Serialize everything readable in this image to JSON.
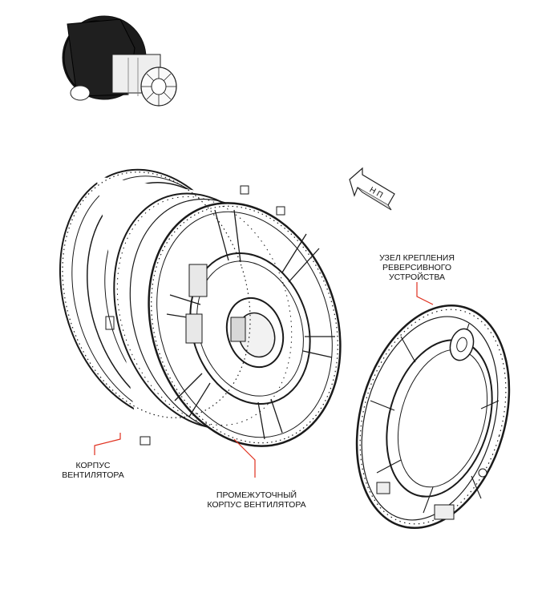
{
  "labels": {
    "reverser_mount_line1": "УЗЕЛ КРЕПЛЕНИЯ",
    "reverser_mount_line2": "РЕВЕРСИВНОГО",
    "reverser_mount_line3": "УСТРОЙСТВА",
    "fan_case_line1": "КОРПУС",
    "fan_case_line2": "ВЕНТИЛЯТОРА",
    "intermediate_case_line1": "ПРОМЕЖУТОЧНЫЙ",
    "intermediate_case_line2": "КОРПУС ВЕНТИЛЯТОРА"
  },
  "direction_arrow": {
    "text": "Н П"
  },
  "colors": {
    "leader_line": "#e0301e",
    "outline": "#1a1a1a",
    "highlight": "#111111"
  }
}
